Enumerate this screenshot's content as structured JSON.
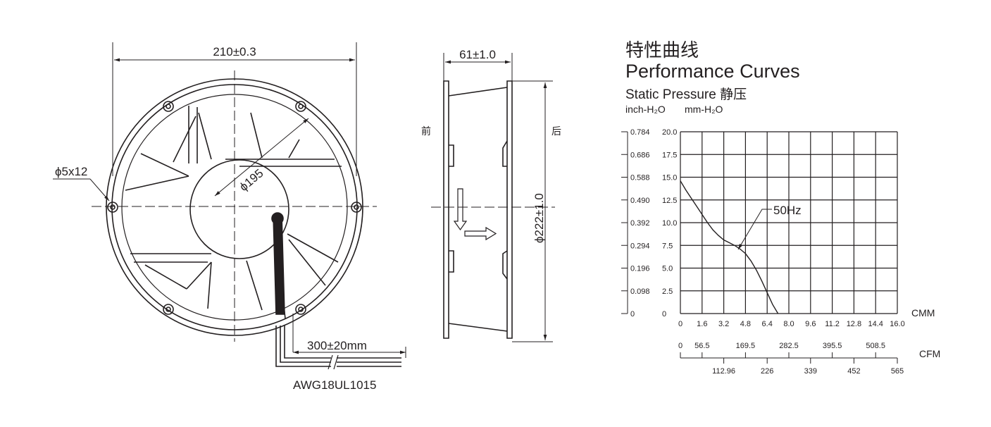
{
  "front_view": {
    "width_dim": "210±0.3",
    "hole_label": "ϕ5x12",
    "blade_dia": "ϕ195",
    "cable_len": "300±20mm",
    "wire_spec": "AWG18UL1015"
  },
  "side_view": {
    "depth_dim": "61±1.0",
    "front_label": "前",
    "back_label": "后",
    "dia_dim": "ϕ222±1.0"
  },
  "perf": {
    "title_cn": "特性曲线",
    "title_en": "Performance Curves",
    "static_pressure": "Static Pressure 静压",
    "units_inch": "inch-H₂O",
    "units_mm": "mm-H₂O",
    "curve_label": "50Hz",
    "cmm_label": "CMM",
    "cfm_label": "CFM",
    "cfm_ticks_top": [
      "0",
      "56.5",
      "169.5",
      "282.5",
      "395.5",
      "508.5"
    ],
    "cfm_ticks_bottom": [
      "112.96",
      "226",
      "339",
      "452",
      "565"
    ]
  },
  "chart_data": {
    "type": "line",
    "xlabel": "CMM",
    "ylabel": "mm-H₂O",
    "xlim": [
      0,
      16
    ],
    "ylim": [
      0,
      20
    ],
    "x_ticks": [
      "0",
      "1.6",
      "3.2",
      "4.8",
      "6.4",
      "8.0",
      "9.6",
      "11.2",
      "12.8",
      "14.4",
      "16.0"
    ],
    "y_ticks_mm": [
      "0",
      "2.5",
      "5.0",
      "7.5",
      "10.0",
      "12.5",
      "15.0",
      "17.5",
      "20.0"
    ],
    "y_ticks_inch": [
      "0",
      "0.098",
      "0.196",
      "0.294",
      "0.392",
      "0.490",
      "0.588",
      "0.686",
      "0.784"
    ],
    "grid": true,
    "series": [
      {
        "name": "50Hz",
        "x": [
          0,
          0.4,
          0.8,
          1.2,
          1.6,
          2.0,
          2.4,
          2.8,
          3.2,
          3.6,
          4.0,
          4.4,
          4.8,
          5.2,
          5.6,
          6.0,
          6.4,
          6.8,
          7.2
        ],
        "y": [
          14.6,
          13.6,
          12.7,
          11.8,
          10.9,
          10.0,
          9.2,
          8.6,
          8.1,
          7.8,
          7.5,
          7.1,
          6.6,
          5.8,
          4.8,
          3.6,
          2.3,
          1.0,
          0
        ]
      }
    ]
  }
}
